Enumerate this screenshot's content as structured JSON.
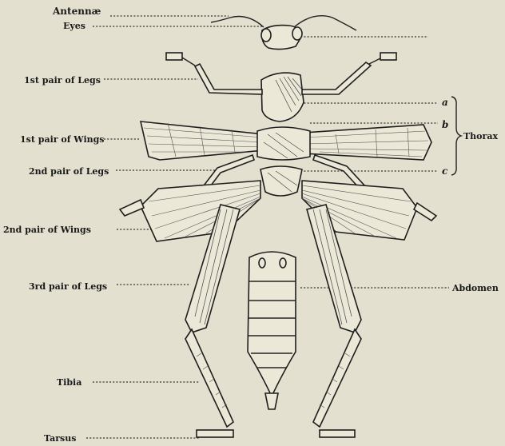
{
  "labels": {
    "antennae": "Antennæ",
    "eyes": "Eyes",
    "legs1": "1st pair of Legs",
    "wings1": "1st pair of Wings",
    "legs2": "2nd pair of Legs",
    "wings2": "2nd pair of Wings",
    "legs3": "3rd pair of Legs",
    "tibia": "Tibia",
    "tarsus": "Tarsus",
    "thorax": "Thorax",
    "abdomen": "Abdomen",
    "a": "a",
    "b": "b",
    "c": "c"
  }
}
